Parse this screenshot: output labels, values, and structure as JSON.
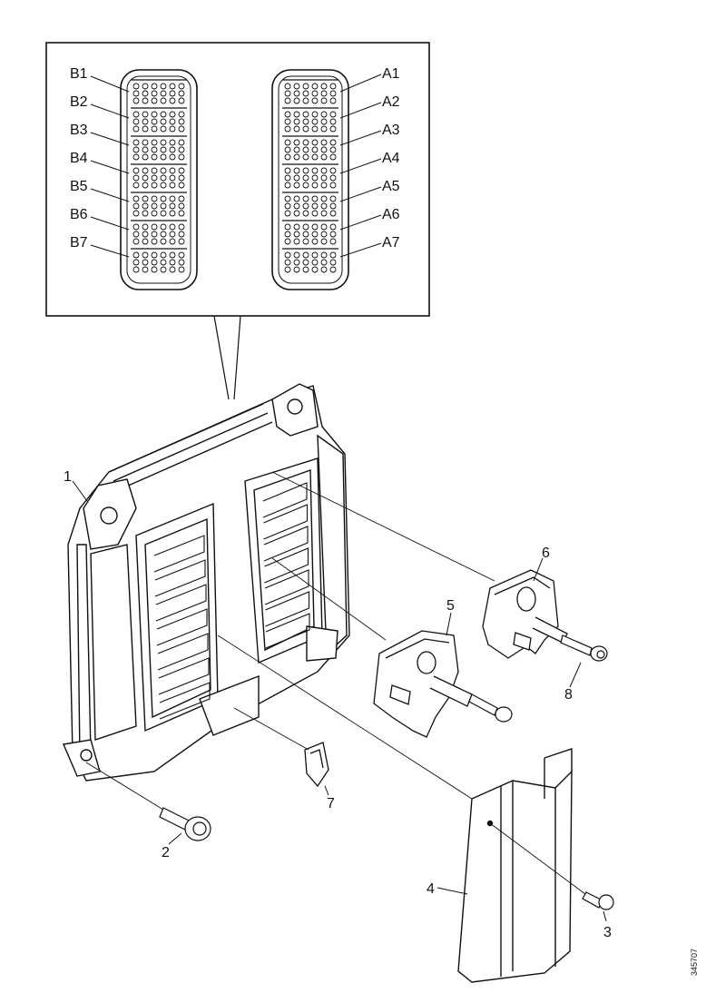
{
  "detail_view": {
    "connector_b_labels": [
      "B1",
      "B2",
      "B3",
      "B4",
      "B5",
      "B6",
      "B7"
    ],
    "connector_a_labels": [
      "A1",
      "A2",
      "A3",
      "A4",
      "A5",
      "A6",
      "A7"
    ]
  },
  "callouts": {
    "ecu": "1",
    "screw_lower": "2",
    "screw_cover": "3",
    "cover": "4",
    "bracket_5": "5",
    "bracket_6": "6",
    "clip": "7",
    "screw_8": "8"
  },
  "figure_id": "345707"
}
